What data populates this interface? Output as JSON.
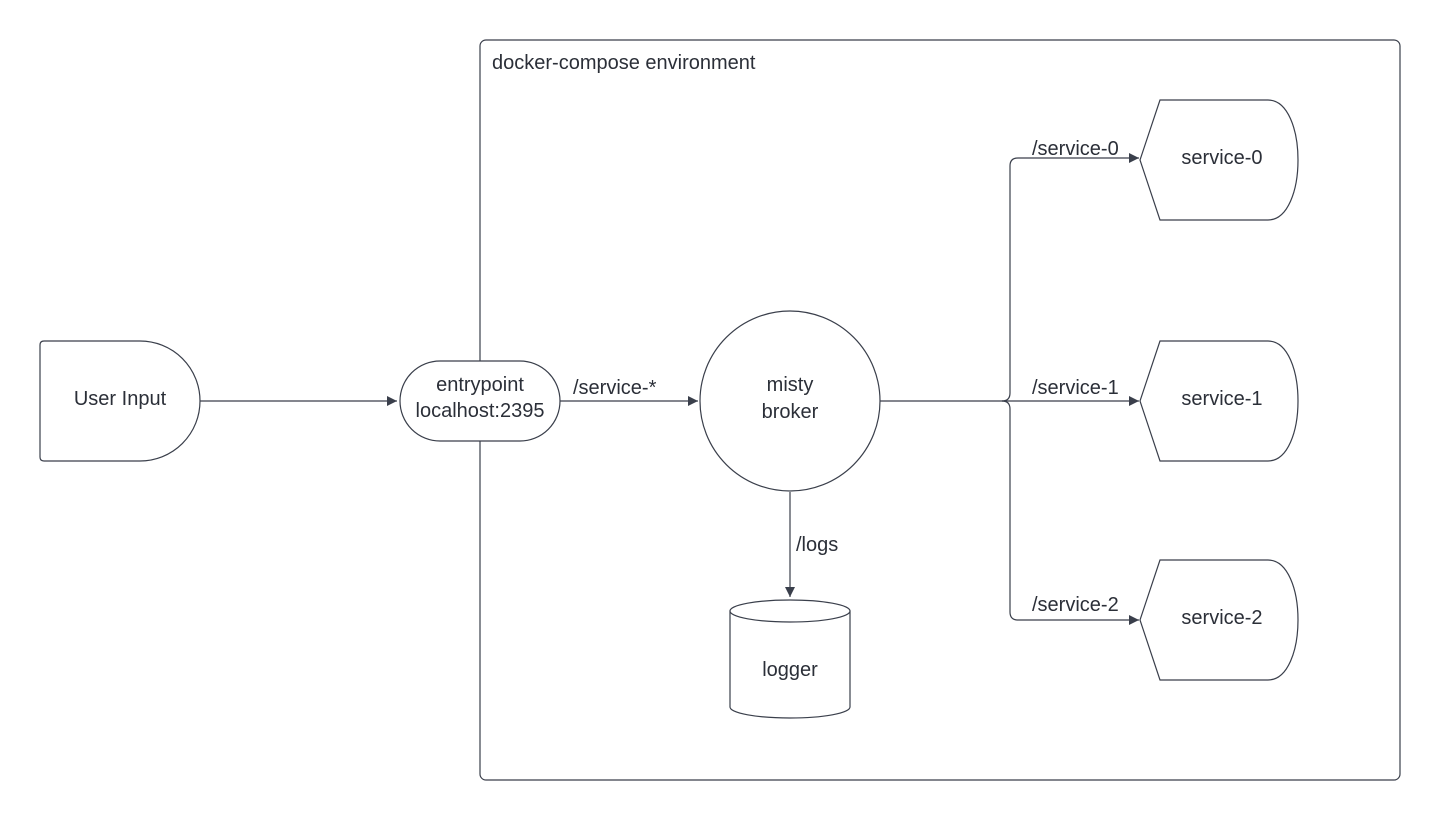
{
  "container": {
    "label": "docker-compose environment"
  },
  "nodes": {
    "user_input": "User Input",
    "entrypoint": {
      "line1": "entrypoint",
      "line2": "localhost:2395"
    },
    "broker": {
      "line1": "misty",
      "line2": "broker"
    },
    "logger": "logger",
    "service_0": "service-0",
    "service_1": "service-1",
    "service_2": "service-2"
  },
  "edges": {
    "entry_to_broker": "/service-*",
    "broker_to_logger": "/logs",
    "to_service_0": "/service-0",
    "to_service_1": "/service-1",
    "to_service_2": "/service-2"
  },
  "colors": {
    "stroke": "#3a3f4b",
    "text": "#2b2f38",
    "background": "#ffffff"
  }
}
